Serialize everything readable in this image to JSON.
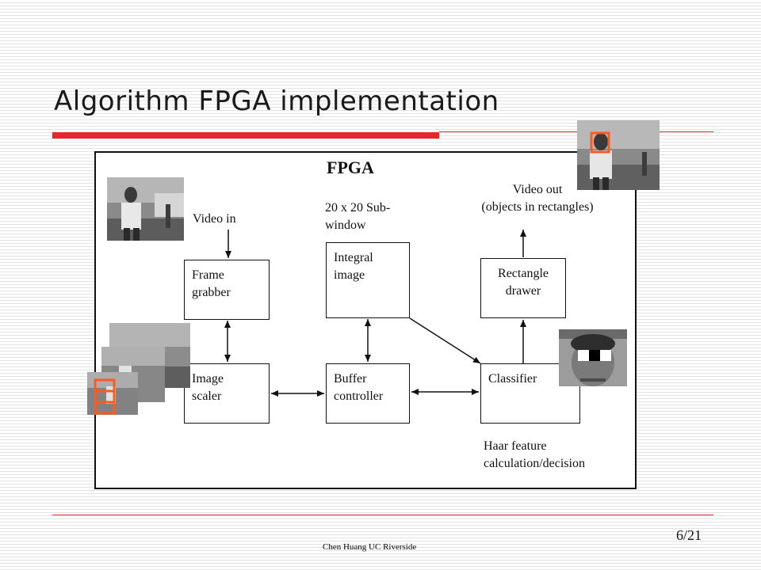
{
  "slide": {
    "title": "Algorithm FPGA implementation",
    "page": "6/21",
    "footer": "Chen Huang  UC Riverside"
  },
  "diagram": {
    "fpga_label": "FPGA",
    "subwindow_label": "20 x 20 Sub-window",
    "video_in_label": "Video in",
    "video_out_label": "Video out",
    "video_out_sublabel": "(objects in rectangles)",
    "haar_label": "Haar feature calculation/decision",
    "blocks": {
      "frame_grabber": [
        "Frame",
        "grabber"
      ],
      "image_scaler": [
        "Image",
        "scaler"
      ],
      "integral_image": [
        "Integral",
        "image"
      ],
      "buffer_controller": [
        "Buffer",
        "controller"
      ],
      "rectangle_drawer": [
        "Rectangle",
        "drawer"
      ],
      "classifier": [
        "Classifier"
      ]
    }
  },
  "colors": {
    "accent_red": "#e8262b",
    "detection_box": "#ff5a1e",
    "line": "#111111"
  }
}
